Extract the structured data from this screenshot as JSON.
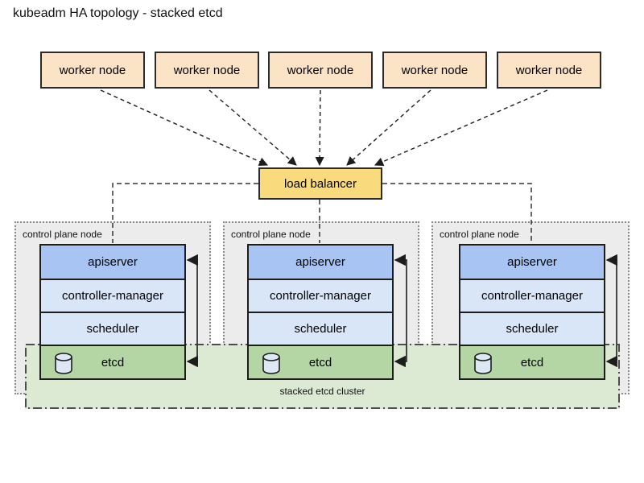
{
  "title": "kubeadm HA topology - stacked etcd",
  "workers": [
    {
      "label": "worker node"
    },
    {
      "label": "worker node"
    },
    {
      "label": "worker node"
    },
    {
      "label": "worker node"
    },
    {
      "label": "worker node"
    }
  ],
  "load_balancer": {
    "label": "load balancer"
  },
  "control_planes": [
    {
      "label": "control plane node",
      "components": [
        {
          "label": "apiserver"
        },
        {
          "label": "controller-manager"
        },
        {
          "label": "scheduler"
        },
        {
          "label": "etcd"
        }
      ]
    },
    {
      "label": "control plane node",
      "components": [
        {
          "label": "apiserver"
        },
        {
          "label": "controller-manager"
        },
        {
          "label": "scheduler"
        },
        {
          "label": "etcd"
        }
      ]
    },
    {
      "label": "control plane node",
      "components": [
        {
          "label": "apiserver"
        },
        {
          "label": "controller-manager"
        },
        {
          "label": "scheduler"
        },
        {
          "label": "etcd"
        }
      ]
    }
  ],
  "etcd_cluster": {
    "label": "stacked etcd cluster"
  },
  "colors": {
    "worker_fill": "#fbe3c6",
    "load_balancer_fill": "#f9db7d",
    "apiserver_fill": "#a7c4f2",
    "component_fill": "#d9e6f7",
    "etcd_fill": "#b4d6a4",
    "etcd_cluster_fill": "#dcead3",
    "control_plane_fill": "#ececec"
  }
}
